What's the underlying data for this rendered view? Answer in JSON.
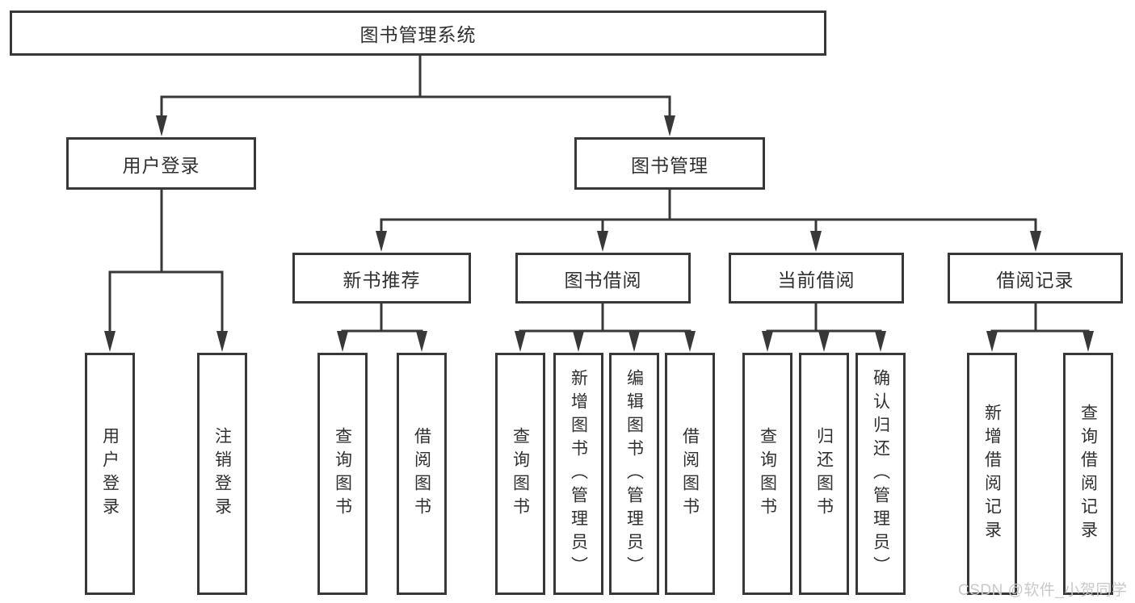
{
  "diagram": {
    "title": "图书管理系统",
    "level2": [
      {
        "label": "用户登录"
      },
      {
        "label": "图书管理"
      }
    ],
    "level3": [
      {
        "label": "新书推荐"
      },
      {
        "label": "图书借阅"
      },
      {
        "label": "当前借阅"
      },
      {
        "label": "借阅记录"
      }
    ],
    "leaves": {
      "user_login": [
        "用户登录",
        "注销登录"
      ],
      "new_book": [
        "查询图书",
        "借阅图书"
      ],
      "book_borrow": [
        "查询图书",
        "新增图书（管理员）",
        "编辑图书（管理员）",
        "借阅图书"
      ],
      "current_borrow": [
        "查询图书",
        "归还图书",
        "确认归还（管理员）"
      ],
      "borrow_record": [
        "新增借阅记录",
        "查询借阅记录"
      ]
    },
    "watermark": "CSDN @软件_小贺同学",
    "colors": {
      "line": "#383838",
      "box_border": "#383838",
      "box_fill": "#ffffff",
      "text": "#303030",
      "watermark_text": "#c9c9c9",
      "background": "#ffffff"
    }
  }
}
